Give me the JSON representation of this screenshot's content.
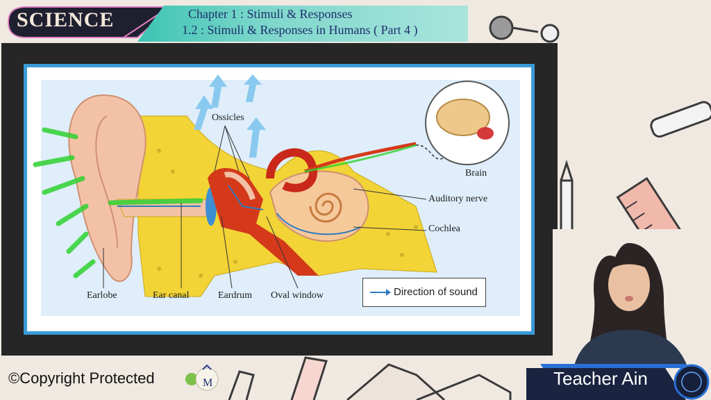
{
  "header": {
    "subject": "SCIENCE",
    "chapter": "Chapter 1 : Stimuli & Responses",
    "section": "1.2 : Stimuli & Responses in Humans ( Part 4 )"
  },
  "diagram": {
    "labels": {
      "ossicles": "Ossicles",
      "brain": "Brain",
      "auditory_nerve": "Auditory nerve",
      "cochlea": "Cochlea",
      "earlobe": "Earlobe",
      "ear_canal": "Ear canal",
      "eardrum": "Eardrum",
      "oval_window": "Oval window"
    },
    "legend": "Direction of sound",
    "colors": {
      "sound_arrow": "#2f7bc0",
      "highlight": "#2fd12f",
      "frame": "#3a9bd8"
    }
  },
  "footer": {
    "copyright": "©Copyright Protected",
    "logo_text": "M"
  },
  "presenter": {
    "name": "Teacher Ain"
  }
}
